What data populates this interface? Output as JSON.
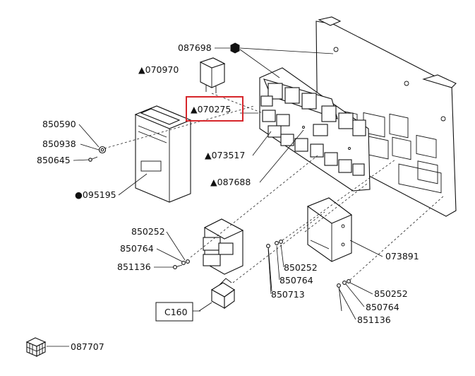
{
  "diagram": {
    "labels": {
      "board_plate": "087698",
      "relay_top": "▲070970",
      "relay_highlighted": "▲070275",
      "relay_mid": "▲073517",
      "relay_board": "▲087688",
      "screw_1": "850590",
      "washer_1": "850938",
      "screw_2": "850645",
      "control_module": "●095195",
      "washer_left": "850252",
      "nut_left": "850764",
      "bolt_left": "851136",
      "cover_box": "073891",
      "washer_mid": "850252",
      "nut_mid": "850764",
      "bolt_mid": "850713",
      "washer_right": "850252",
      "nut_right": "850764",
      "bolt_right": "851136",
      "connector_box": "C160",
      "legend_block": "087707"
    },
    "highlight": {
      "target": "relay_highlighted",
      "color": "#d6262b"
    }
  }
}
